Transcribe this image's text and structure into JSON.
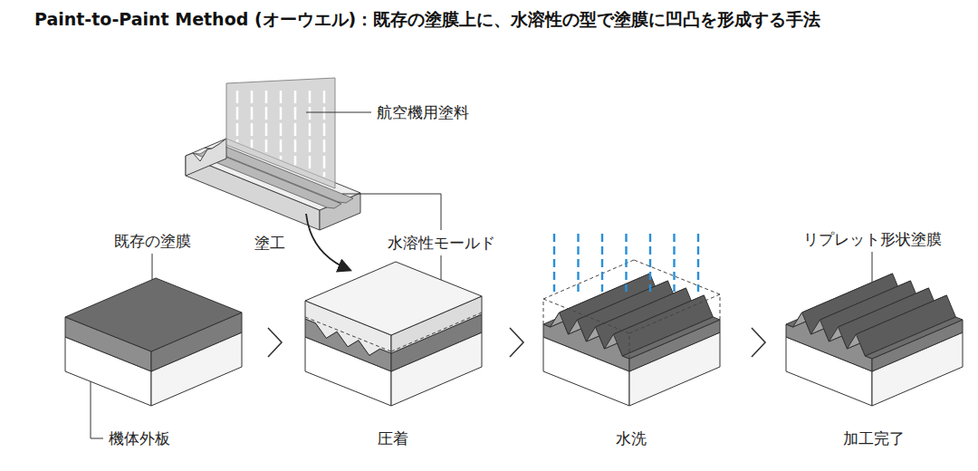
{
  "diagram": {
    "title": "Paint-to-Paint Method (オーウエル)：既存の塗膜上に、水溶性の型で塗膜に凹凸を形成する手法",
    "labels": [
      "航空機用塗料",
      "既存の塗膜",
      "塗工",
      "水溶性モールド",
      "リプレット形状塗膜",
      "機体外板",
      "圧着",
      "水洗",
      "加工完了"
    ]
  }
}
